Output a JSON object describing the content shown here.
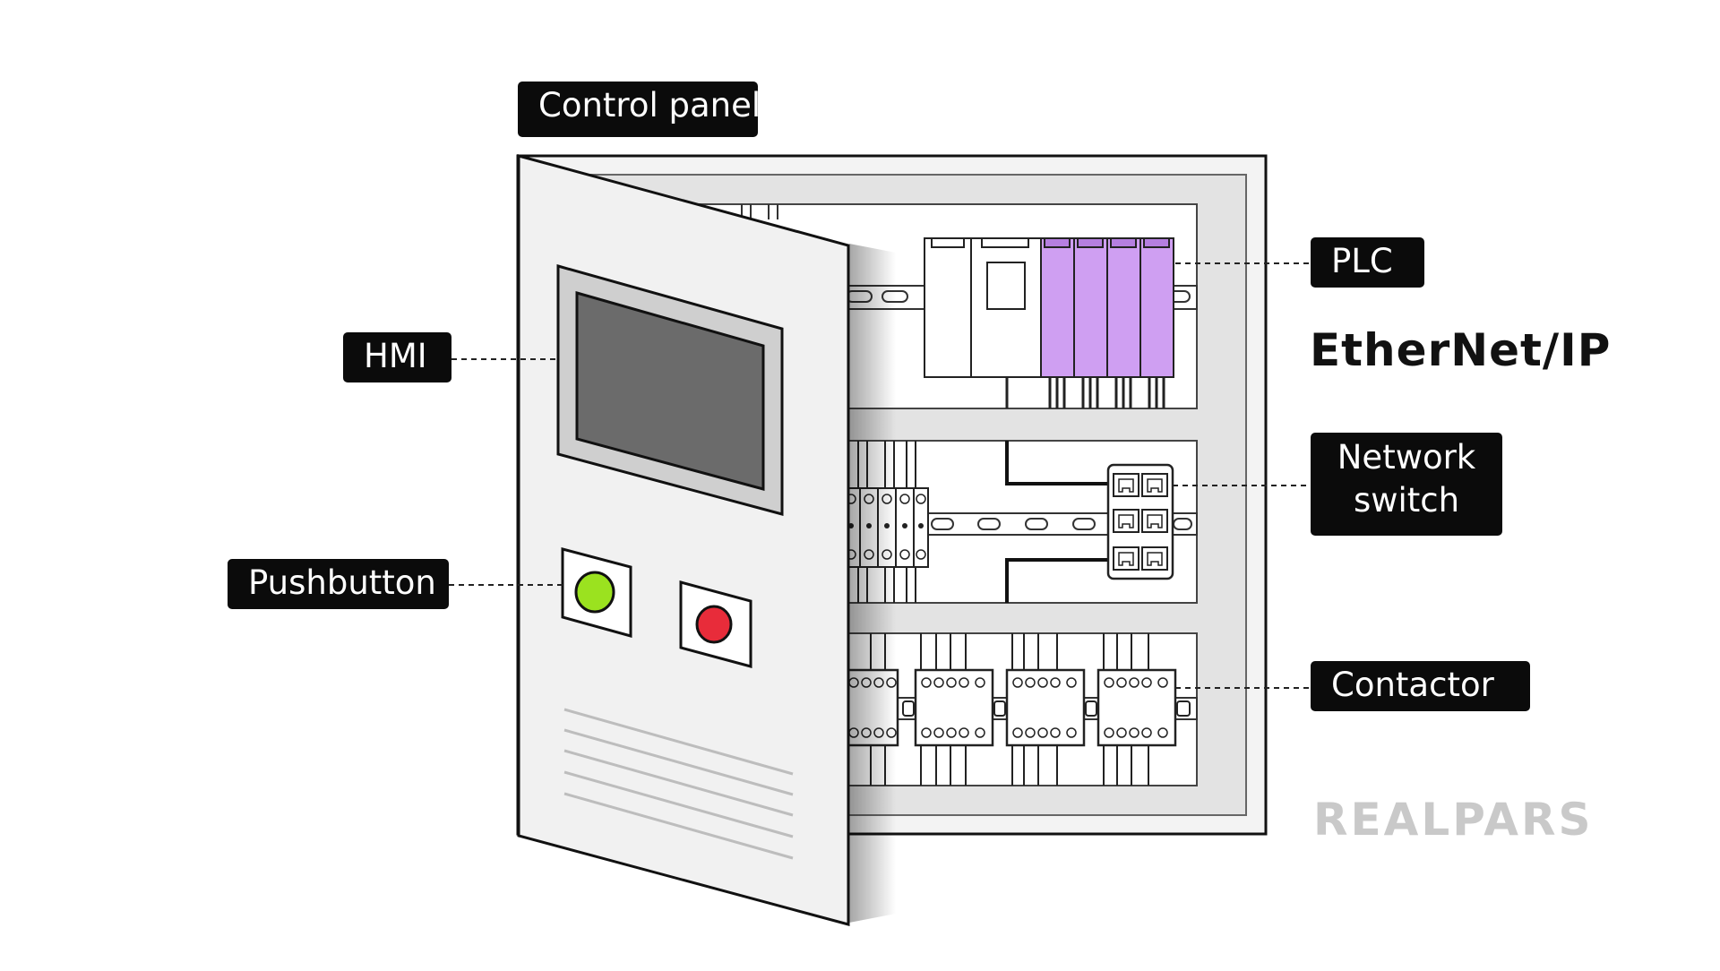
{
  "labels": {
    "control_panel": "Control panel",
    "plc": "PLC",
    "hmi": "HMI",
    "network_switch": [
      "Network",
      "switch"
    ],
    "pushbutton": "Pushbutton",
    "contactor": "Contactor"
  },
  "protocol_logo": "EtherNet/IP",
  "brand_logo": "REALPARS",
  "colors": {
    "label_background": "#0b0b0b",
    "label_text": "#ffffff",
    "plc_module_accent": "#cf9ff2",
    "hmi_screen": "#6b6b6b",
    "start_button": "#9be21f",
    "stop_button": "#e82c3a",
    "cabinet_fill": "#e6e6e6",
    "door_fill": "#f1f1f1",
    "logo_gray": "#c9c9c9"
  },
  "icons": [
    "hmi-screen-icon",
    "green-pushbutton-icon",
    "red-pushbutton-icon",
    "plc-rack-icon",
    "network-switch-icon",
    "contactor-icon",
    "terminal-block-icon",
    "din-rail-icon"
  ]
}
